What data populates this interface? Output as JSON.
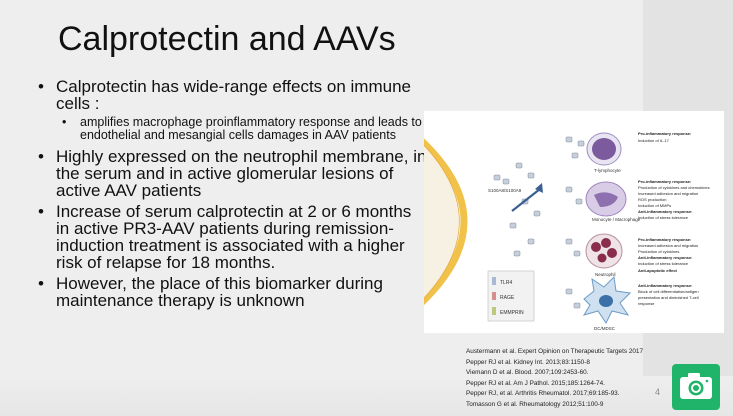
{
  "title": "Calprotectin and AAVs",
  "bullets": [
    {
      "text": "Calprotectin has wide-range effects on immune cells :",
      "sub": [
        "amplifies macrophage proinflammatory response and leads to endothelial and mesangial cells damages in AAV patients"
      ]
    },
    {
      "text": "Highly expressed on the neutrophil membrane, in the serum  and in active glomerular lesions of active AAV patients"
    },
    {
      "text": "Increase of serum calprotectin at 2 or 6 months in active PR3-AAV patients during remission-induction treatment is associated with a higher risk of relapse for 18 months."
    },
    {
      "text": "However, the place of this biomarker during maintenance therapy is unknown"
    }
  ],
  "figure": {
    "complex_label": "S100A8/S100A9",
    "receptors": [
      "TLR4",
      "RAGE",
      "EMMPRIN"
    ],
    "cells": [
      {
        "name": "T-lymphocyte",
        "lines": [
          {
            "bold": true,
            "text": "Pro-inflammatory response:"
          },
          {
            "bold": false,
            "text": "Induction of IL-17"
          }
        ]
      },
      {
        "name": "Monocyte / Macrophage",
        "lines": [
          {
            "bold": true,
            "text": "Pro-inflammatory response:"
          },
          {
            "bold": false,
            "text": "Production of cytokines and chemokines"
          },
          {
            "bold": false,
            "text": "Increased adhesion and migration"
          },
          {
            "bold": false,
            "text": "ROS production"
          },
          {
            "bold": false,
            "text": "Induction of MMPs"
          },
          {
            "bold": true,
            "text": "Anti-inflammatory response:"
          },
          {
            "bold": false,
            "text": "Induction of stress tolerance"
          }
        ]
      },
      {
        "name": "Neutrophil",
        "lines": [
          {
            "bold": true,
            "text": "Pro-inflammatory response:"
          },
          {
            "bold": false,
            "text": "Increased adhesion and migration"
          },
          {
            "bold": false,
            "text": "Production of cytokines"
          },
          {
            "bold": true,
            "text": "Anti-inflammatory response:"
          },
          {
            "bold": false,
            "text": "Induction of stress tolerance"
          },
          {
            "bold": true,
            "text": "Anti-apoptotic effect"
          }
        ]
      },
      {
        "name": "DC/MDSC",
        "lines": [
          {
            "bold": true,
            "text": "Anti-inflammatory response:"
          },
          {
            "bold": false,
            "text": "Block of cell differentiation/antigen"
          },
          {
            "bold": false,
            "text": "presentation and diminished T-cell"
          },
          {
            "bold": false,
            "text": "response"
          }
        ]
      }
    ]
  },
  "references": [
    "Austermann et al. Expert Opinion on Therapeutic Targets 2017",
    "Pepper RJ et al. Kidney Int. 2013;83:1150-8",
    "Viemann D et al. Blood. 2007;109:2453-60.",
    "Pepper RJ et al. Am J Pathol. 2015;185:1264-74.",
    "Pepper RJ, et al. Arthritis Rheumatol. 2017;69:185-93.",
    "Tomasson G et al. Rheumatology 2012;51:100-9"
  ],
  "page_number": "4",
  "camera_icon": "camera-icon",
  "colors": {
    "camera_bg": "#1fb46a",
    "membrane": "#f1c24a",
    "receptor_tlr4": "#a7b9d6",
    "receptor_rage": "#d68f8f",
    "receptor_emmprin": "#bcc97c"
  }
}
